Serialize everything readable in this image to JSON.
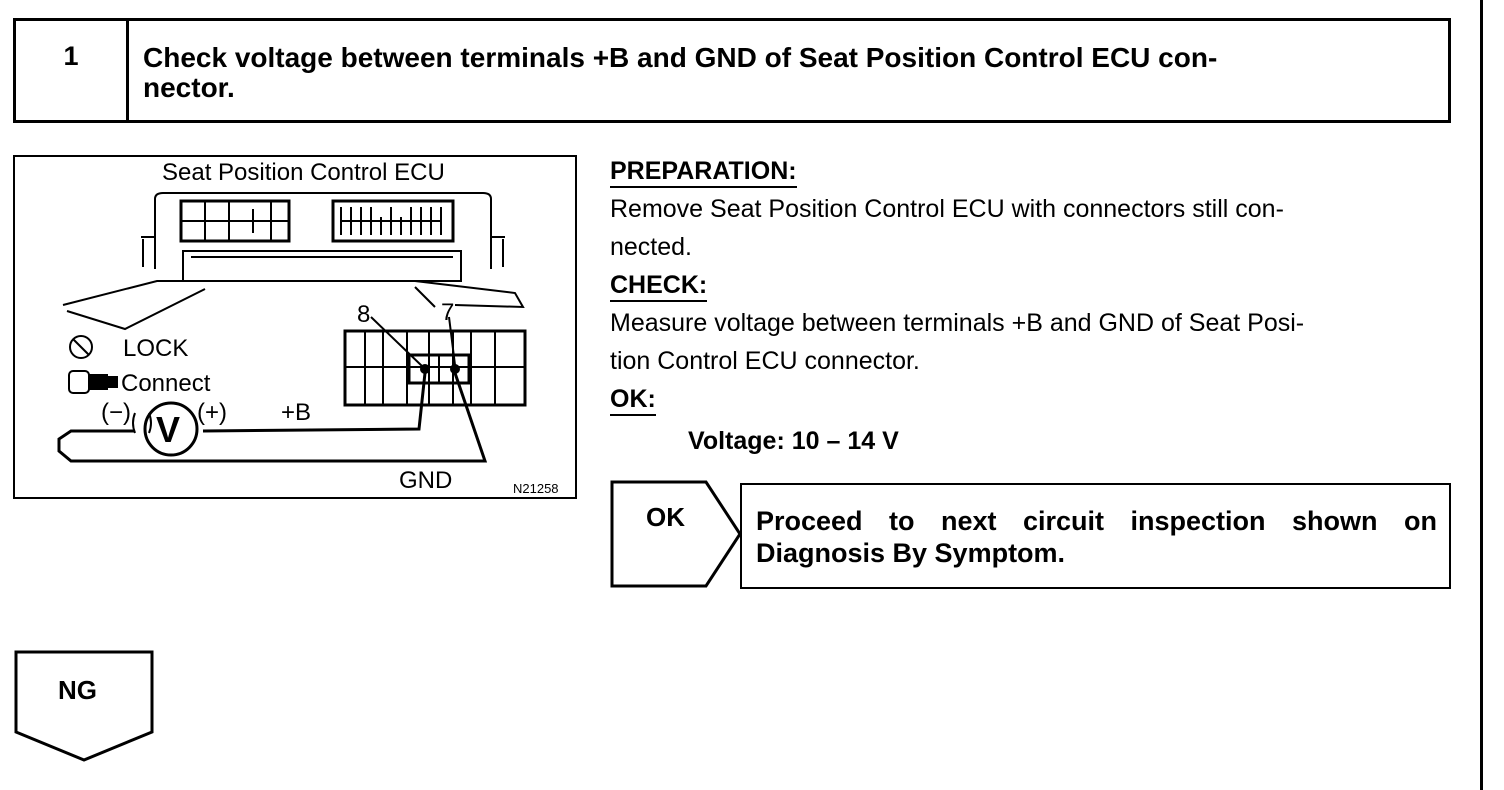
{
  "step": {
    "number": "1",
    "title": "Check voltage between terminals +B and GND of Seat Position Control ECU con-\nnector."
  },
  "diagram": {
    "title": "Seat Position Control ECU",
    "lock_label": "LOCK",
    "connect_label": "Connect",
    "minus_label": "(−)",
    "plus_label": "(+)",
    "meter_label": "V",
    "b_label": "+B",
    "gnd_label": "GND",
    "pin_8": "8",
    "pin_7": "7",
    "figure_id": "N21258"
  },
  "preparation": {
    "heading": "PREPARATION:",
    "text": "Remove Seat Position Control ECU with connectors still con-\nnected."
  },
  "check": {
    "heading": "CHECK:",
    "text": "Measure voltage between terminals +B and GND of Seat Posi-\ntion Control ECU connector."
  },
  "ok": {
    "heading": "OK:",
    "spec": "Voltage: 10 – 14 V"
  },
  "ok_result": {
    "tag": "OK",
    "text": "Proceed to next circuit inspection shown on Diagnosis By Symptom."
  },
  "ng": {
    "tag": "NG"
  }
}
